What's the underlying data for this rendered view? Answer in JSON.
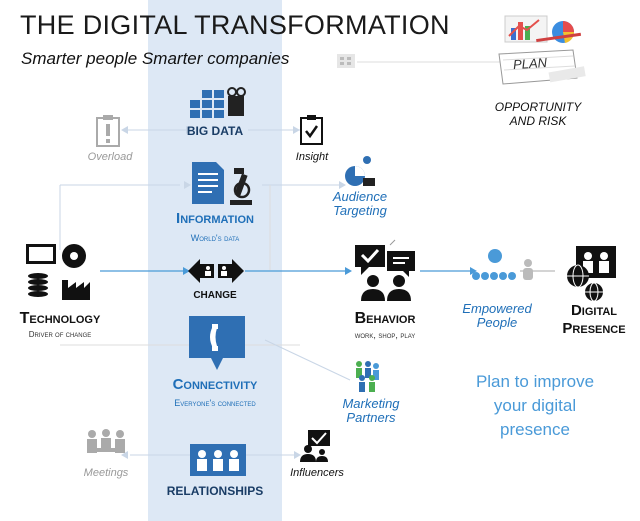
{
  "title": "THE DIGITAL TRANSFORMATION",
  "subtitle": "Smarter people  Smarter companies",
  "plan_sign": "PLAN",
  "opportunity": "OPPORTUNITY",
  "and_risk": "AND RISK",
  "big_data": "BIG DATA",
  "overload": "Overload",
  "insight": "Insight",
  "information": "Information",
  "information_sub": "World's data",
  "audience_line1": "Audience",
  "audience_line2": "Targeting",
  "technology": "Technology",
  "technology_sub": "Driver of change",
  "change": "CHANGE",
  "behavior": "Behavior",
  "behavior_sub": "work, shop, play",
  "empowered_line1": "Empowered",
  "empowered_line2": "People",
  "digital_line1": "Digital",
  "digital_line2": "Presence",
  "connectivity": "Connectivity",
  "connectivity_sub": "Everyone's connected",
  "marketing_line1": "Marketing",
  "marketing_line2": "Partners",
  "plan_text_1": "Plan to improve",
  "plan_text_2": "your digital",
  "plan_text_3": "presence",
  "meetings": "Meetings",
  "relationships": "RELATIONSHIPS",
  "influencers": "Influencers",
  "colors": {
    "accent": "#1f6fb8",
    "band": "#dde8f5",
    "light_blue": "#4a9ad8",
    "grey": "#aaaaaa"
  }
}
